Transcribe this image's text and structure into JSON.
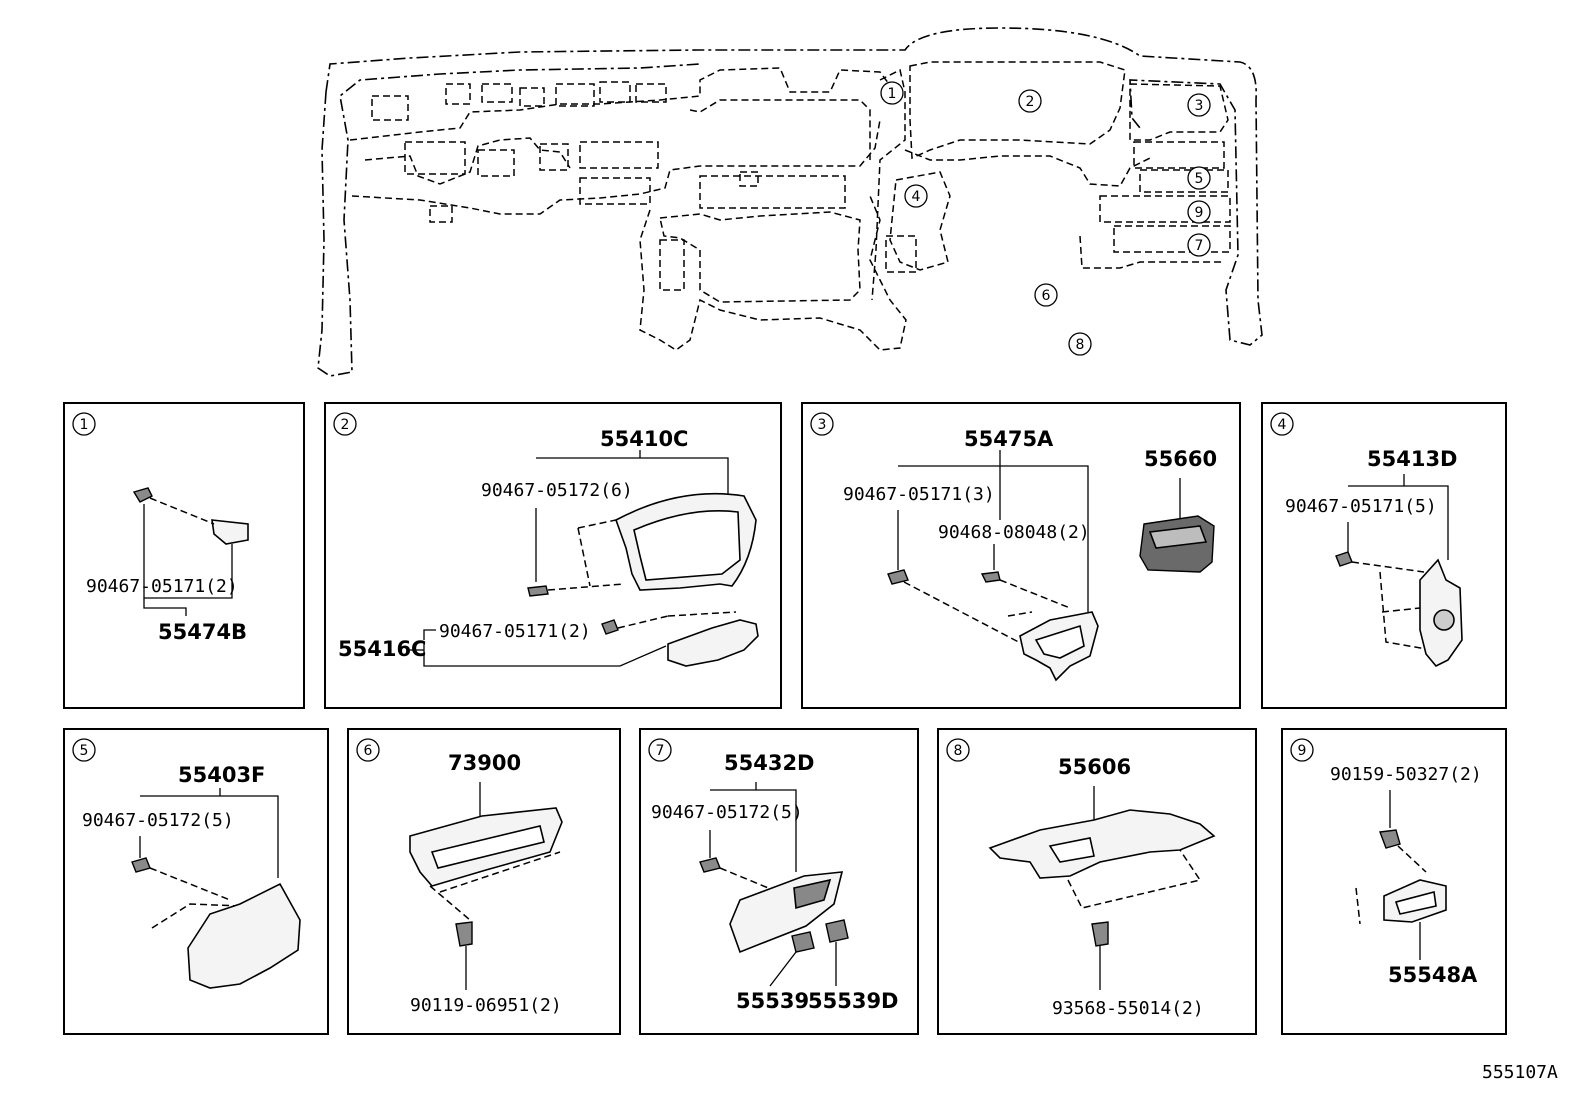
{
  "overview": {
    "callouts": [
      "1",
      "2",
      "3",
      "4",
      "5",
      "9",
      "7",
      "6",
      "8"
    ]
  },
  "panels": {
    "p1": {
      "num": "1",
      "fastener": "90467-05171(2)",
      "part": "55474B"
    },
    "p2": {
      "num": "2",
      "assembly": "55410C",
      "fastener_a": "90467-05172(6)",
      "part_b": "55416C",
      "fastener_b": "90467-05171(2)"
    },
    "p3": {
      "num": "3",
      "assembly": "55475A",
      "fastener_a": "90467-05171(3)",
      "fastener_b": "90468-08048(2)",
      "part_b": "55660"
    },
    "p4": {
      "num": "4",
      "assembly": "55413D",
      "fastener": "90467-05171(5)"
    },
    "p5": {
      "num": "5",
      "assembly": "55403F",
      "fastener": "90467-05172(5)"
    },
    "p6": {
      "num": "6",
      "assembly": "73900",
      "fastener": "90119-06951(2)"
    },
    "p7": {
      "num": "7",
      "assembly": "55432D",
      "fastener": "90467-05172(5)",
      "part_a": "55539",
      "part_b": "55539D"
    },
    "p8": {
      "num": "8",
      "assembly": "55606",
      "fastener": "93568-55014(2)"
    },
    "p9": {
      "num": "9",
      "fastener": "90159-50327(2)",
      "part": "55548A"
    }
  },
  "figure_code": "555107A"
}
